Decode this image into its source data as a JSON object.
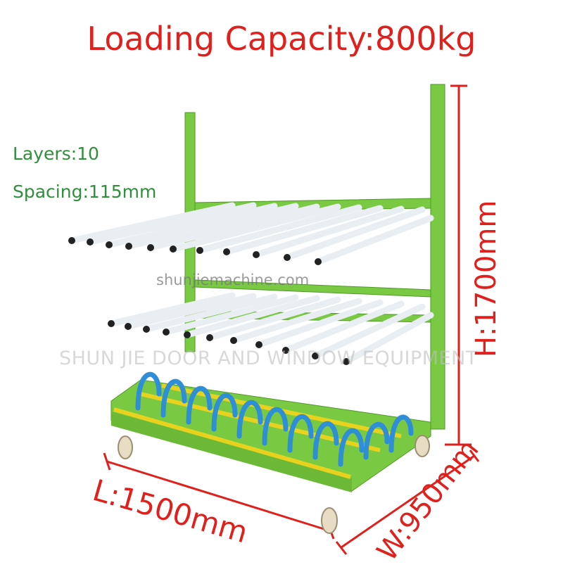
{
  "title": "Loading Capacity:800kg",
  "specs": {
    "layers": "Layers:10",
    "spacing": "Spacing:115mm"
  },
  "watermark": {
    "site": "shunjiemachine.com",
    "company": "SHUN JIE DOOR AND WINDOW EQUIPMENT"
  },
  "dimensions": {
    "height": "H:1700mm",
    "length": "L:1500mm",
    "width": "W:950mm"
  },
  "colors": {
    "text_red": "#e0201c",
    "text_green": "#2f8f3b",
    "frame_green": "#7ac943",
    "bar_yellow": "#e8d21e",
    "rod_white": "#e9eef2",
    "loop_blue": "#2f8fd6",
    "wheel": "#e8ddc4"
  }
}
